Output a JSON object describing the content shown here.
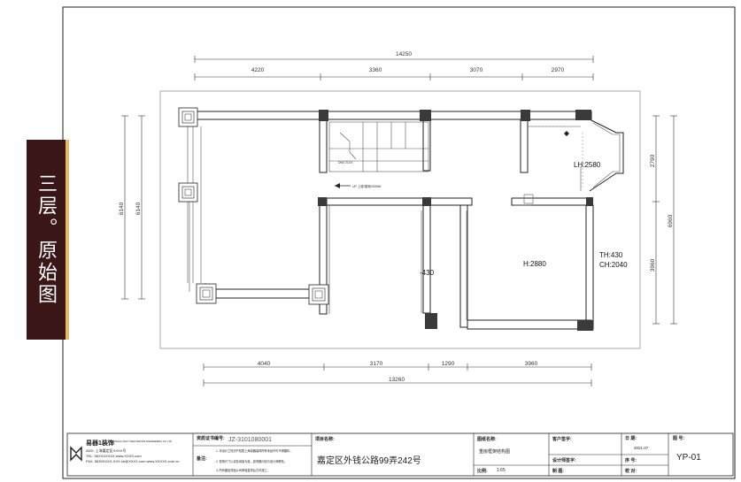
{
  "banner": {
    "title": "三层。原始图"
  },
  "dimensions": {
    "top_total": "14250",
    "top_segments": [
      "4220",
      "3360",
      "3070",
      "2970"
    ],
    "bottom_segments": [
      "4040",
      "3170",
      "1290",
      "3960"
    ],
    "bottom_total": "13260",
    "left_outer": "6140",
    "left_inner": "6140",
    "right_upper": "2790",
    "right_lower": "3960",
    "right_total": "6960"
  },
  "annotations": {
    "lh": "LH:2580",
    "h": "H:2880",
    "th": "TH:430",
    "ch": "CH:2040",
    "minus": "-430",
    "stair_note": "DN0 21XX",
    "arrow_note": "UP 上楼/楼梯400MM"
  },
  "title_block": {
    "company": "易器1装饰",
    "company_sub": "SHANGHAI JIAOYI DECORATION ENGINEERING CO.,LTD",
    "addr": "ADD: 上海嘉定区XXXX号",
    "tel": "TEL: 56XXXXXXX www.XXXX.com",
    "fax": "FAX: 5630XXXX-XXX sh@XXXX.com www.XXXXX.com.cn",
    "cert_label": "资质证书编号:",
    "cert_no": "JZ-3101080001",
    "remark_label": "备注:",
    "remark_lines": [
      "1. 本设计之知识产权属上海易器装饰所有未经许可不得翻印。",
      "2. 现场尺寸以实际测量为准，如有疑问请与设计师联系。",
      "3. 所有图纸须经公司审核盖章后方可施工。"
    ],
    "project_label": "项目名称:",
    "project_name": "嘉定区外钱公路99弄242号",
    "drawing_label": "图纸名称:",
    "drawing_name": "重房框架结构图",
    "scale_label": "比例:",
    "scale_value": "1:65",
    "client_sign_label": "客户签字:",
    "designer_sign_label": "设计师签字:",
    "draw_label": "制 图:",
    "date_label": "日 期:",
    "date_value": "2021.07",
    "seq_label": "序 号:",
    "check_label": "校 对:",
    "sheet_label": "图 号:",
    "sheet_no": "YP-01"
  }
}
